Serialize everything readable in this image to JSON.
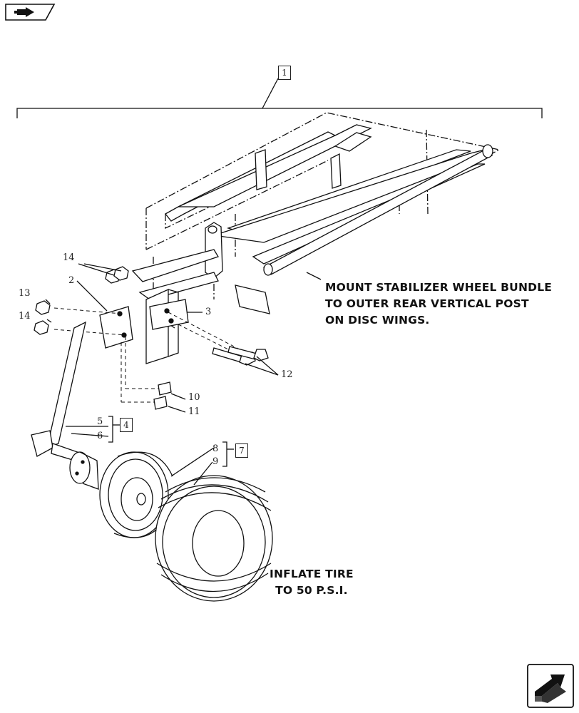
{
  "nav": {
    "back_icon": "arrow-right-icon",
    "next_icon": "arrow-bent-icon"
  },
  "callouts": {
    "item_1": "1",
    "item_2": "2",
    "item_3": "3",
    "item_4": "4",
    "item_5": "5",
    "item_6": "6",
    "item_7": "7",
    "item_8": "8",
    "item_9": "9",
    "item_10": "10",
    "item_11": "11",
    "item_12": "12",
    "item_13": "13",
    "item_14a": "14",
    "item_14b": "14"
  },
  "notes": {
    "mount_line1": "MOUNT STABILIZER WHEEL BUNDLE",
    "mount_line2": "TO OUTER REAR VERTICAL POST",
    "mount_line3": "ON DISC WINGS.",
    "inflate_line1": "INFLATE TIRE",
    "inflate_line2": "TO 50 P.S.I."
  }
}
